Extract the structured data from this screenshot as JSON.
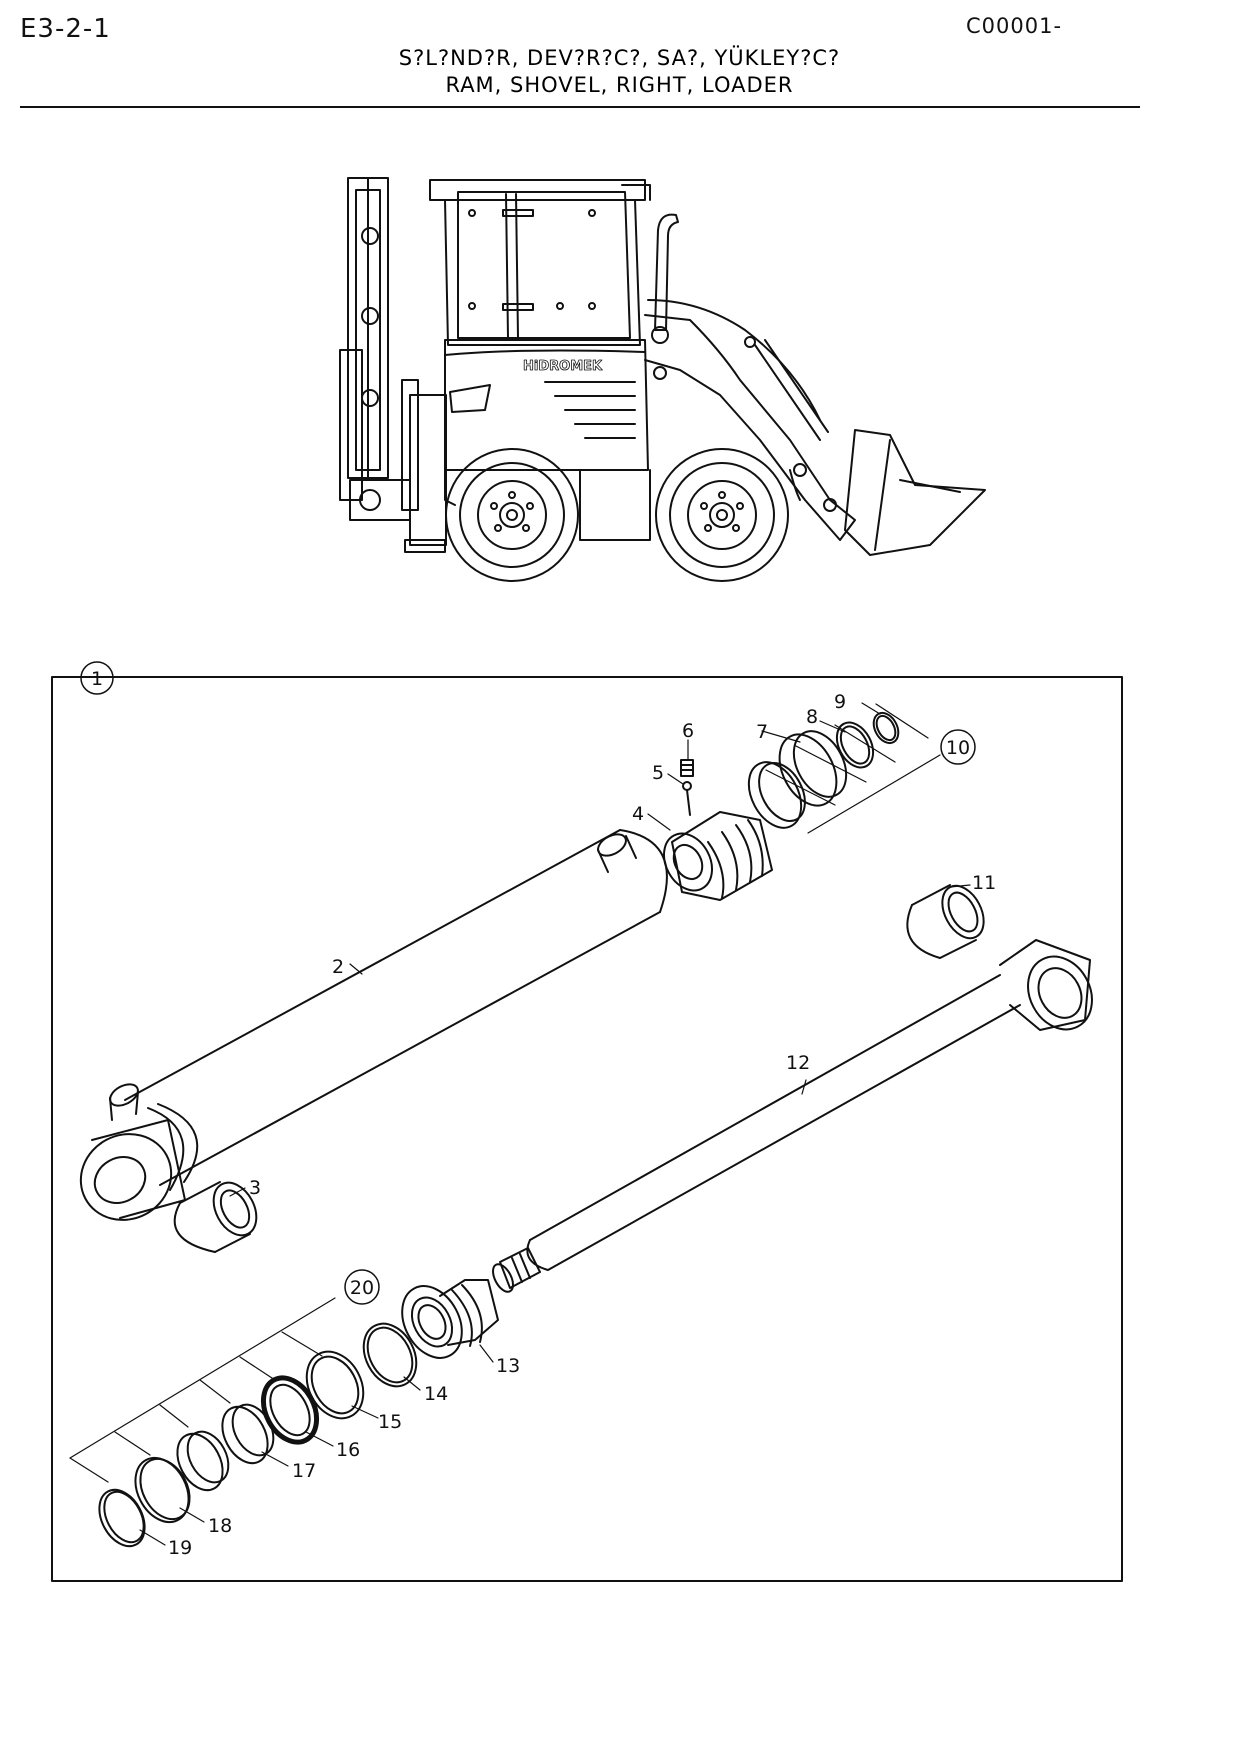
{
  "header": {
    "code": "E3-2-1",
    "ref": "C00001-",
    "title_tr": "S?L?ND?R, DEV?R?C?, SA?, YÜKLEY?C?",
    "title_en": "RAM, SHOVEL, RIGHT, LOADER"
  },
  "machine": {
    "brand": "HiDROMEK"
  },
  "callouts": {
    "assembly": "1",
    "kit_upper": "10",
    "kit_lower": "20",
    "parts": [
      "2",
      "3",
      "4",
      "5",
      "6",
      "7",
      "8",
      "9",
      "11",
      "12",
      "13",
      "14",
      "15",
      "16",
      "17",
      "18",
      "19"
    ]
  }
}
